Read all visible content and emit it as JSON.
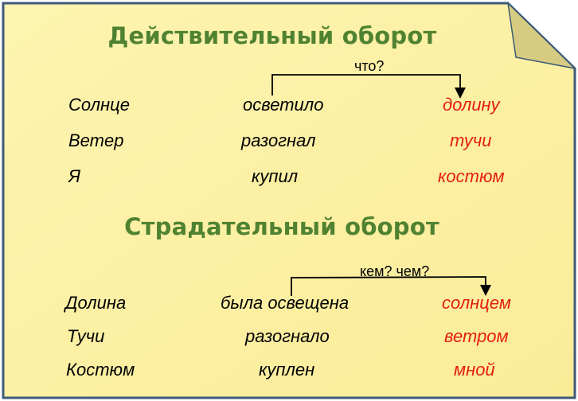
{
  "colors": {
    "card_fill": "#fdf2a6",
    "card_border": "#3d5a78",
    "fold_fill": "#d6cb80",
    "heading": "#4f8231",
    "highlight": "#e41e12"
  },
  "active": {
    "title": "Действительный оборот",
    "question": "что?",
    "rows": [
      {
        "subject": "Солнце",
        "verb": "осветило",
        "object": "долину"
      },
      {
        "subject": "Ветер",
        "verb": "разогнал",
        "object": "тучи"
      },
      {
        "subject": "Я",
        "verb": "купил",
        "object": "костюм"
      }
    ]
  },
  "passive": {
    "title": "Страдательный оборот",
    "question": "кем? чем?",
    "rows": [
      {
        "subject": "Долина",
        "verb": "была освещена",
        "object": "солнцем"
      },
      {
        "subject": "Тучи",
        "verb": "разогнало",
        "object": "ветром"
      },
      {
        "subject": "Костюм",
        "verb": "куплен",
        "object": "мной"
      }
    ]
  }
}
